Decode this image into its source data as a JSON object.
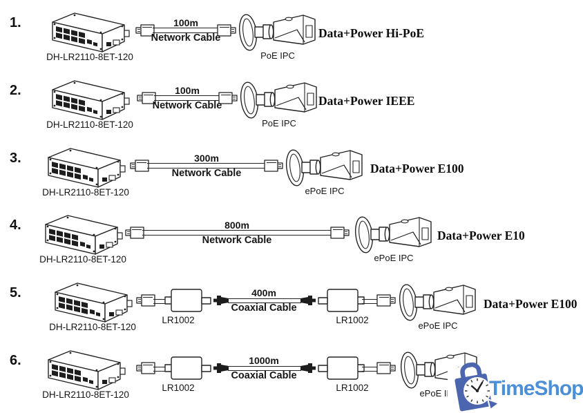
{
  "rows": [
    {
      "num": "1.",
      "switch_label": "DH-LR2110-8ET-120",
      "cable": {
        "distance": "100m",
        "type": "Network Cable"
      },
      "camera_label": "PoE IPC",
      "result": "Data+Power Hi-PoE"
    },
    {
      "num": "2.",
      "switch_label": "DH-LR2110-8ET-120",
      "cable": {
        "distance": "100m",
        "type": "Network Cable"
      },
      "camera_label": "PoE IPC",
      "result": "Data+Power IEEE"
    },
    {
      "num": "3.",
      "switch_label": "DH-LR2110-8ET-120",
      "cable": {
        "distance": "300m",
        "type": "Network Cable"
      },
      "camera_label": "ePoE IPC",
      "result": "Data+Power E100"
    },
    {
      "num": "4.",
      "switch_label": "DH-LR2110-8ET-120",
      "cable": {
        "distance": "800m",
        "type": "Network Cable"
      },
      "camera_label": "ePoE IPC",
      "result": "Data+Power E10"
    },
    {
      "num": "5.",
      "switch_label": "DH-LR2110-8ET-120",
      "converter_left": "LR1002",
      "converter_right": "LR1002",
      "cable": {
        "distance": "400m",
        "type": "Coaxial Cable"
      },
      "camera_label": "ePoE IPC",
      "result": "Data+Power E100"
    },
    {
      "num": "6.",
      "switch_label": "DH-LR2110-8ET-120",
      "converter_left": "LR1002",
      "converter_right": "LR1002",
      "cable": {
        "distance": "1000m",
        "type": "Coaxial Cable"
      },
      "camera_label": "ePoE IPC"
    }
  ],
  "watermark": {
    "brand": "TimeShop",
    "text_color": "#4b8fd6",
    "bag_color": "#4b66ae"
  }
}
